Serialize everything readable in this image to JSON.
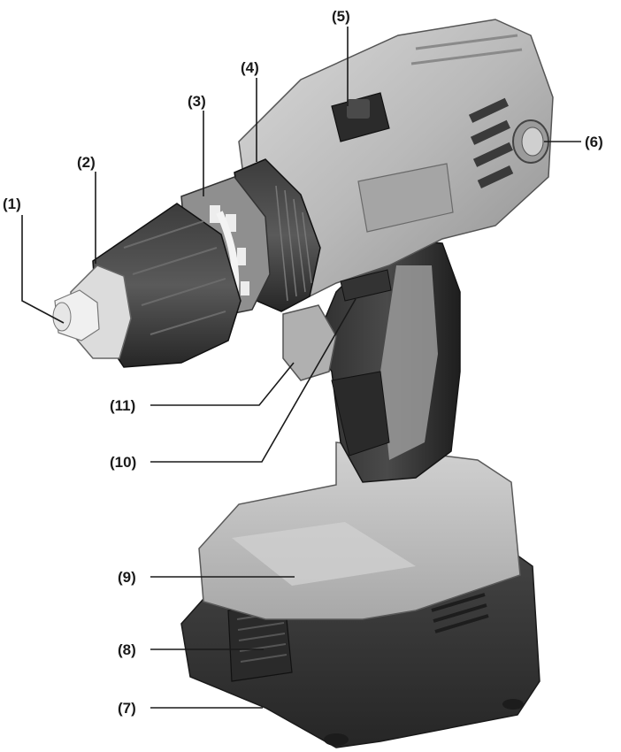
{
  "callouts": [
    {
      "id": "1",
      "label": "(1)"
    },
    {
      "id": "2",
      "label": "(2)"
    },
    {
      "id": "3",
      "label": "(3)"
    },
    {
      "id": "4",
      "label": "(4)"
    },
    {
      "id": "5",
      "label": "(5)"
    },
    {
      "id": "6",
      "label": "(6)"
    },
    {
      "id": "7",
      "label": "(7)"
    },
    {
      "id": "8",
      "label": "(8)"
    },
    {
      "id": "9",
      "label": "(9)"
    },
    {
      "id": "10",
      "label": "(10)"
    },
    {
      "id": "11",
      "label": "(11)"
    }
  ]
}
